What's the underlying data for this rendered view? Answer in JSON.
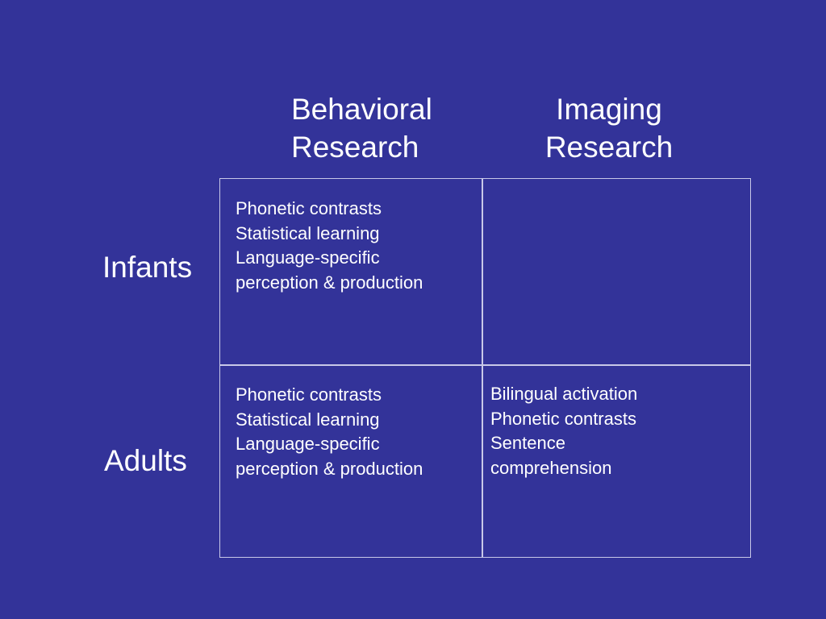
{
  "columns": {
    "behavioral": [
      "Behavioral",
      "Research"
    ],
    "imaging": [
      "Imaging",
      "Research"
    ]
  },
  "rows": {
    "infants": "Infants",
    "adults": "Adults"
  },
  "cells": {
    "infants_behavioral": [
      "Phonetic contrasts",
      "Statistical learning",
      "Language-specific",
      "perception & production"
    ],
    "infants_imaging": [],
    "adults_behavioral": [
      "Phonetic contrasts",
      "Statistical learning",
      "Language-specific",
      "perception & production"
    ],
    "adults_imaging": [
      "Bilingual activation",
      "Phonetic contrasts",
      "Sentence",
      "comprehension"
    ]
  },
  "colors": {
    "background": "#333399",
    "text": "#ffffff",
    "grid_lines": "#c8c8e8"
  }
}
